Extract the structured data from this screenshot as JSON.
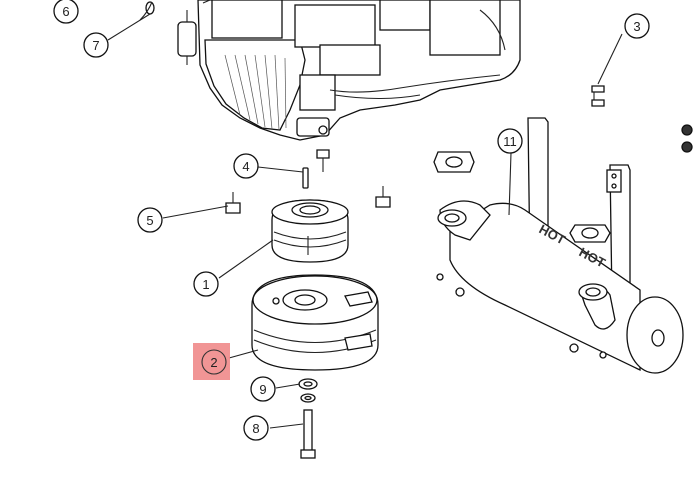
{
  "diagram": {
    "highlight_color": "#f08a8a",
    "callouts": [
      {
        "id": "c1",
        "label": "1",
        "part": "pulley"
      },
      {
        "id": "c2",
        "label": "2",
        "part": "electric-clutch",
        "highlighted": true
      },
      {
        "id": "c3",
        "label": "3",
        "part": "bolts"
      },
      {
        "id": "c4",
        "label": "4",
        "part": "key"
      },
      {
        "id": "c5",
        "label": "5",
        "part": "bolt"
      },
      {
        "id": "c6",
        "label": "6",
        "part": "fuel-line-clamp"
      },
      {
        "id": "c7",
        "label": "7",
        "part": "fuel-filter"
      },
      {
        "id": "c8",
        "label": "8",
        "part": "clutch-bolt"
      },
      {
        "id": "c9",
        "label": "9",
        "part": "washers"
      },
      {
        "id": "c11",
        "label": "11",
        "part": "muffler"
      }
    ],
    "muffler_text_1": "HOT",
    "muffler_text_2": "HOT"
  }
}
